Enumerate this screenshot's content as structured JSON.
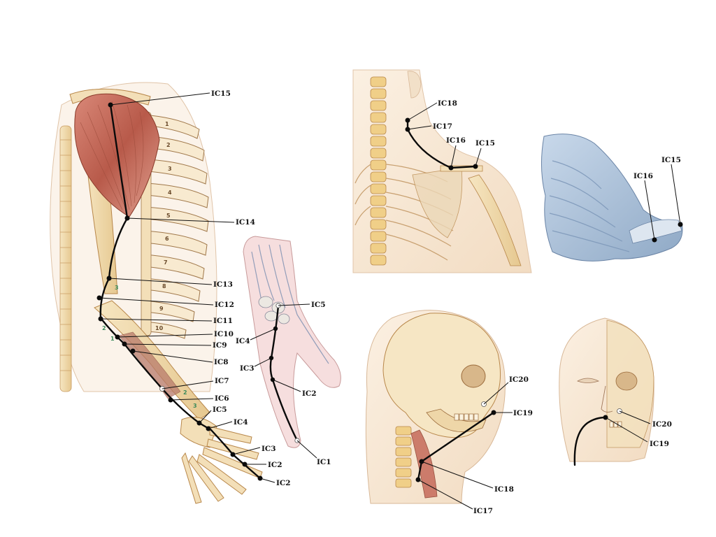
{
  "arm_panel": {
    "labels": {
      "ic15": "IC15",
      "ic14": "IC14",
      "ic13": "IC13",
      "ic12": "IC12",
      "ic11": "IC11",
      "ic10": "IC10",
      "ic9": "IC9",
      "ic8": "IC8",
      "ic7": "IC7",
      "ic6": "IC6",
      "ic5": "IC5",
      "ic4": "IC4",
      "ic3": "IC3",
      "ic2a": "IC2",
      "ic2b": "IC2"
    },
    "rib_numbers": [
      "1",
      "2",
      "3",
      "4",
      "5",
      "6",
      "7",
      "8",
      "9",
      "10"
    ],
    "green_numbers": [
      "3",
      "2",
      "1",
      "2",
      "3"
    ]
  },
  "hand_panel": {
    "labels": {
      "ic5": "IC5",
      "ic4": "IC4",
      "ic3": "IC3",
      "ic2": "IC2",
      "ic1": "IC1"
    }
  },
  "neck_panel": {
    "labels": {
      "ic18": "IC18",
      "ic17": "IC17",
      "ic16": "IC16",
      "ic15": "IC15"
    }
  },
  "scapula_panel": {
    "labels": {
      "ic16": "IC16",
      "ic15": "IC15"
    }
  },
  "skull_panel": {
    "labels": {
      "ic20": "IC20",
      "ic19": "IC19",
      "ic18": "IC18",
      "ic17": "IC17"
    }
  },
  "face_panel": {
    "labels": {
      "ic20": "IC20",
      "ic19": "IC19"
    }
  },
  "colors": {
    "bone": "#f1dcb0",
    "bone_stroke": "#b8874a",
    "muscle": "#c86a5a",
    "blue_bone": "#a9bfd6",
    "meridian": "#0a0a0a"
  }
}
